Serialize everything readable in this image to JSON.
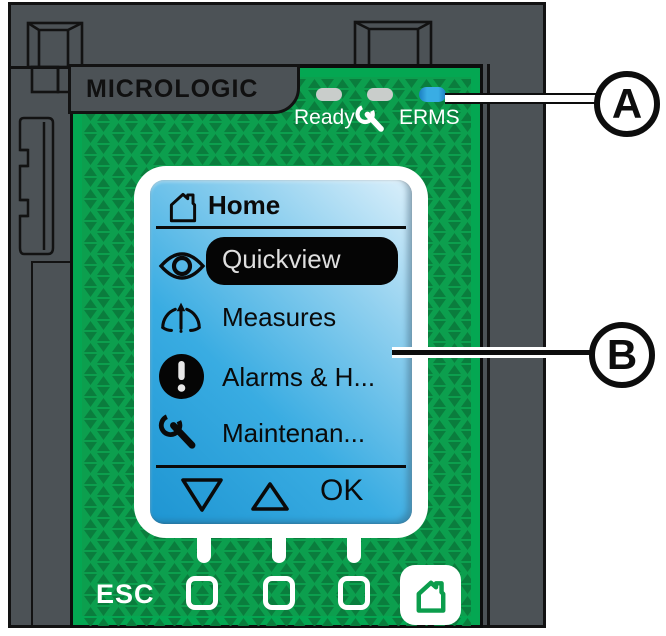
{
  "device": {
    "name": "Micrologic control unit front face",
    "brand": "MICROLOGIC",
    "leds": {
      "ready_label": "Ready",
      "maintenance_icon": "wrench-icon",
      "erms_label": "ERMS",
      "states": {
        "ready": "off",
        "maintenance": "off",
        "erms": "on"
      },
      "erms_on_color": "#39ADE4",
      "off_color": "#C9CDCB"
    },
    "screen": {
      "title": "Home",
      "title_icon": "home-icon",
      "menu": [
        {
          "label": "Quickview",
          "icon": "eye-icon",
          "selected": true
        },
        {
          "label": "Measures",
          "icon": "gauge-icon",
          "selected": false
        },
        {
          "label": "Alarms & H...",
          "icon": "alert-icon",
          "selected": false
        },
        {
          "label": "Maintenan...",
          "icon": "wrench-icon",
          "selected": false
        }
      ],
      "softkeys": {
        "down_icon": "down-arrow-icon",
        "up_icon": "up-arrow-icon",
        "ok_label": "OK"
      }
    },
    "keypad": {
      "esc_label": "ESC",
      "buttons": [
        "down",
        "up",
        "ok"
      ],
      "home_button_icon": "house-icon"
    },
    "colors": {
      "panel_green": "#0C9F4E",
      "panel_triangle_green": "#0A7A3B",
      "panel_edge_green": "#04A752",
      "housing_gray": "#4C5256",
      "lcd_blue_dark": "#1E95D2",
      "lcd_blue_light": "#DCF0FB",
      "highlight_black": "#050505"
    }
  },
  "callouts": [
    {
      "letter": "A",
      "points_to": "ERMS LED"
    },
    {
      "letter": "B",
      "points_to": "LCD display screen"
    }
  ]
}
